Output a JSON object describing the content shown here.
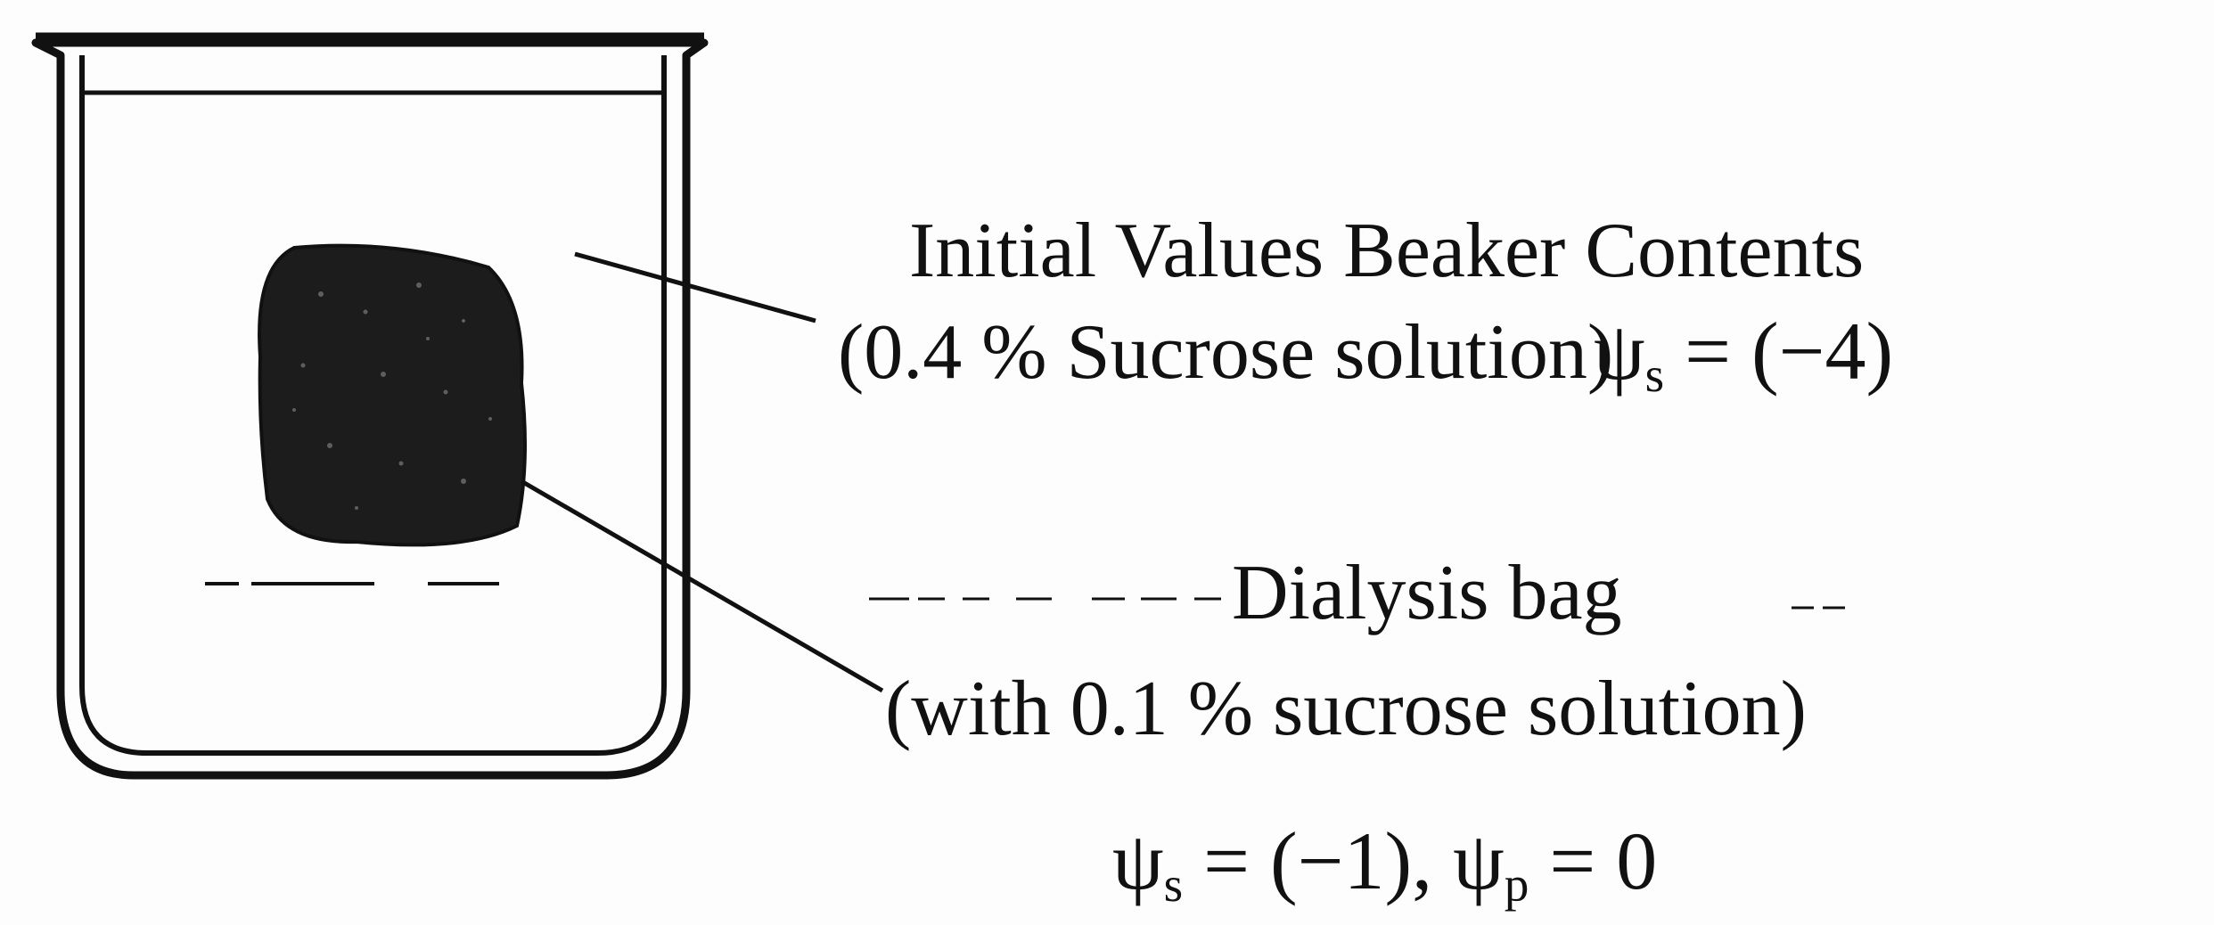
{
  "beaker": {
    "title": "Initial Values Beaker Contents",
    "solution": "(0.4 % Sucrose solution)",
    "psi_symbol": "ψ",
    "psi_sub": "s",
    "psi_value": " = (−4)"
  },
  "bag": {
    "title": "Dialysis bag",
    "solution": "(with 0.1 % sucrose solution)",
    "psi_s_symbol": "ψ",
    "psi_s_sub": "s",
    "psi_s_value": " = (−1), ",
    "psi_p_symbol": "ψ",
    "psi_p_sub": "p",
    "psi_p_value": " = 0"
  },
  "colors": {
    "ink": "#111111",
    "bag_fill": "#1c1c1c",
    "paper": "#fdfdfd"
  }
}
